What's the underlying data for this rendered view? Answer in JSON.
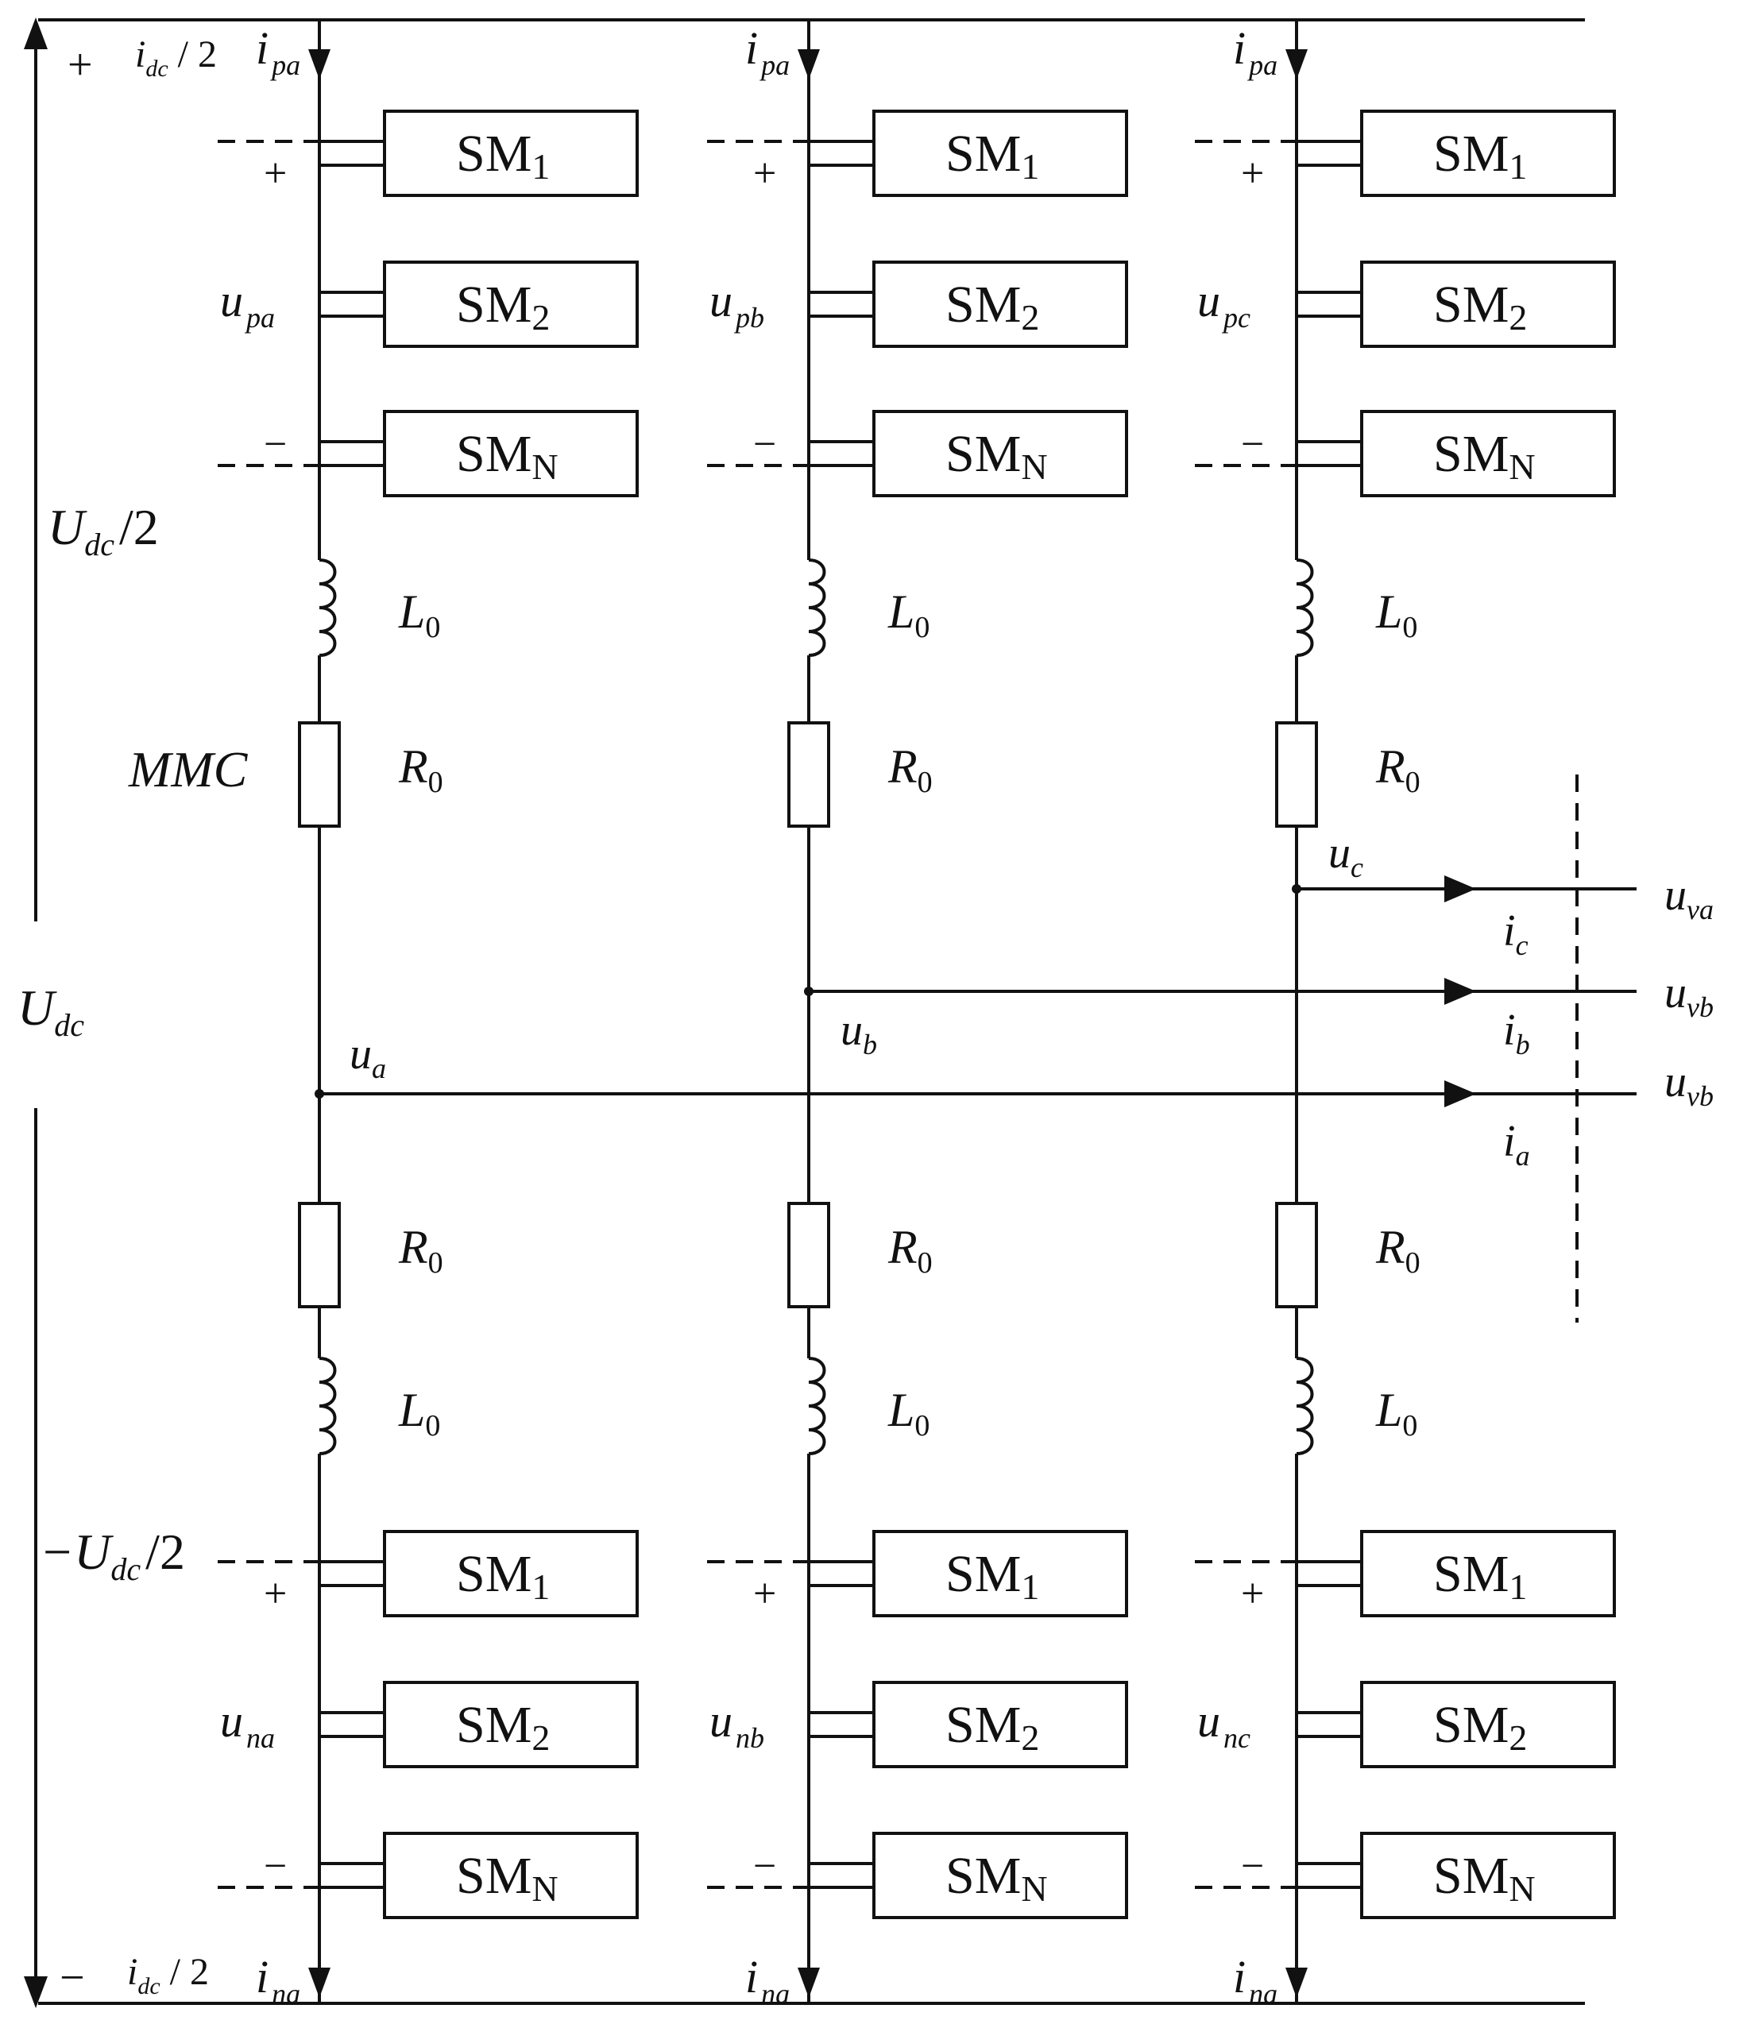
{
  "labels": {
    "sm1": "SM",
    "sm1_sub": "1",
    "sm2": "SM",
    "sm2_sub": "2",
    "smn": "SM",
    "smn_sub": "N",
    "plus": "+",
    "minus": "−",
    "l0": "L",
    "l0_sub": "0",
    "r0": "R",
    "r0_sub": "0",
    "mmc": "MMC",
    "udc": "U",
    "udc_sub": "dc",
    "udc_half_main": "U",
    "udc_half_sub": "dc",
    "udc_half_tail": "/2",
    "neg_udc_half_pre": "−U",
    "neg_udc_half_sub": "dc",
    "neg_udc_half_tail": "/2",
    "idc_top": "i",
    "idc_top_sub": "dc",
    "idc_top_tail": "/ 2",
    "idc_bot": "i",
    "idc_bot_sub": "dc",
    "idc_bot_tail": "/ 2",
    "top_plus": "+",
    "bot_minus": "−"
  },
  "arms": {
    "a": {
      "i_top": "i",
      "i_top_sub": "pa",
      "u_upper": "u",
      "u_upper_sub": "pa",
      "u_lower": "u",
      "u_lower_sub": "na",
      "i_bot": "i",
      "i_bot_sub": "na"
    },
    "b": {
      "i_top": "i",
      "i_top_sub": "pa",
      "u_upper": "u",
      "u_upper_sub": "pb",
      "u_lower": "u",
      "u_lower_sub": "nb",
      "i_bot": "i",
      "i_bot_sub": "na"
    },
    "c": {
      "i_top": "i",
      "i_top_sub": "pa",
      "u_upper": "u",
      "u_upper_sub": "pc",
      "u_lower": "u",
      "u_lower_sub": "nc",
      "i_bot": "i",
      "i_bot_sub": "na"
    }
  },
  "outputs": {
    "c": {
      "u": "u",
      "u_sub": "c",
      "i": "i",
      "i_sub": "c",
      "v": "u",
      "v_sub": "va"
    },
    "b": {
      "u": "u",
      "u_sub": "b",
      "i": "i",
      "i_sub": "b",
      "v": "u",
      "v_sub": "vb"
    },
    "a": {
      "u": "u",
      "u_sub": "a",
      "i": "i",
      "i_sub": "a",
      "v": "u",
      "v_sub": "vb"
    }
  }
}
